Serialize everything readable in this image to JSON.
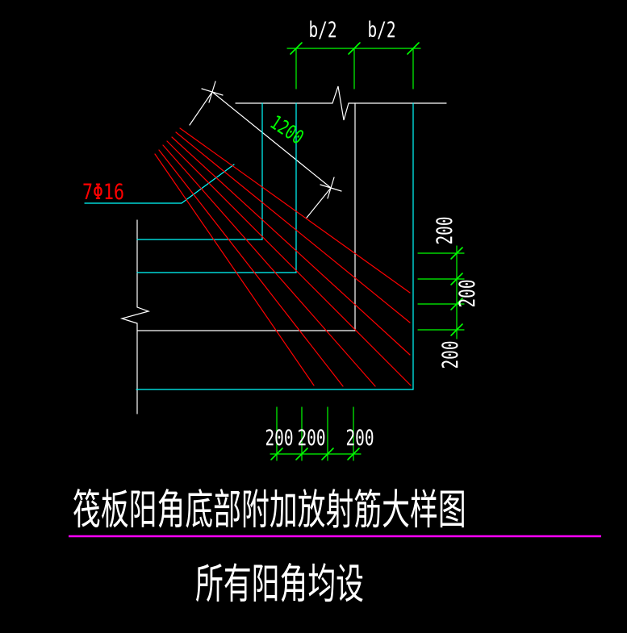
{
  "palette": {
    "background": "#000000",
    "slab_outline_white": "#ffffff",
    "step_edge_cyan": "#00ffff",
    "dimension_green": "#00ff00",
    "rebar_red": "#ff0000",
    "separator_magenta": "#ff00ff",
    "dim_text_white": "#ffffff"
  },
  "drawing": {
    "rebar_label": "7Φ16",
    "rebar_count": 7,
    "dim_top": {
      "labels": [
        "b/2",
        "b/2"
      ]
    },
    "dim_diagonal": {
      "label": "1200"
    },
    "dim_right": {
      "labels": [
        "200",
        "200",
        "200"
      ]
    },
    "dim_bottom": {
      "labels": [
        "200",
        "200",
        "200"
      ]
    }
  },
  "title": {
    "text": "筏板阳角底部附加放射筋大样图"
  },
  "subtitle": {
    "text": "所有阳角均设"
  }
}
